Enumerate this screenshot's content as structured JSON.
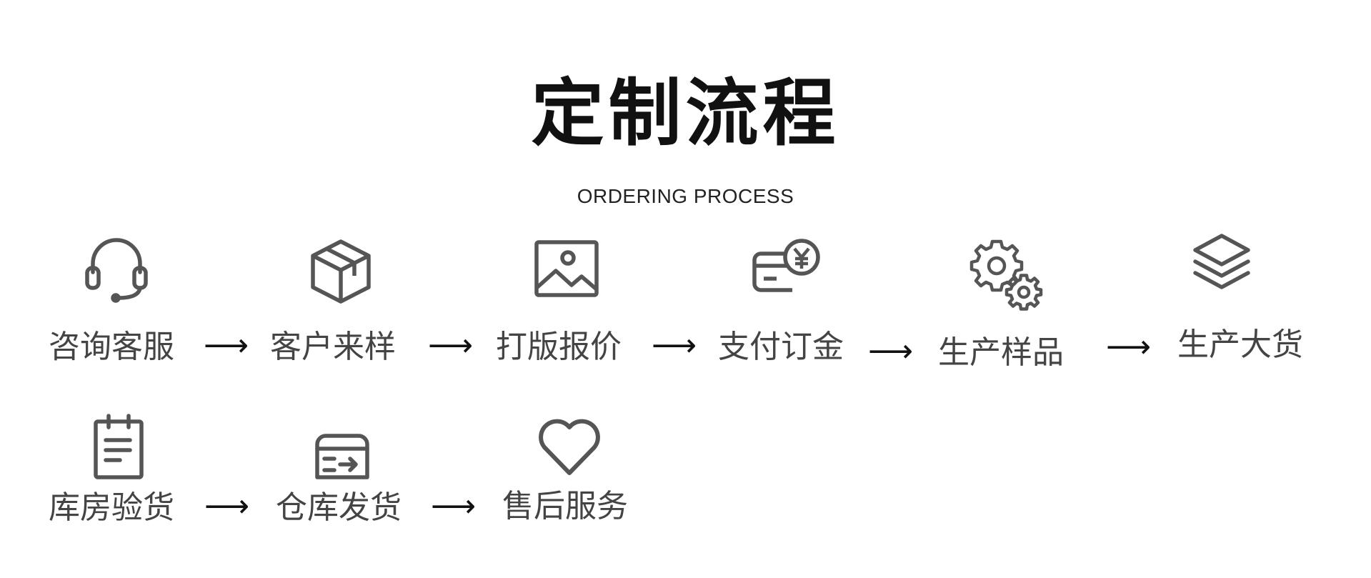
{
  "title": "定制流程",
  "subtitle": "ORDERING PROCESS",
  "arrow_glyph": "⟶",
  "row1": [
    {
      "label": "咨询客服",
      "icon": "headset-icon"
    },
    {
      "label": "客户来样",
      "icon": "box-icon"
    },
    {
      "label": "打版报价",
      "icon": "image-icon"
    },
    {
      "label": "支付订金",
      "icon": "card-yen-icon"
    },
    {
      "label": "生产样品",
      "icon": "gears-icon"
    },
    {
      "label": "生产大货",
      "icon": "layers-icon"
    }
  ],
  "row2": [
    {
      "label": "库房验货",
      "icon": "clipboard-icon"
    },
    {
      "label": "仓库发货",
      "icon": "warehouse-icon"
    },
    {
      "label": "售后服务",
      "icon": "heart-icon"
    }
  ]
}
